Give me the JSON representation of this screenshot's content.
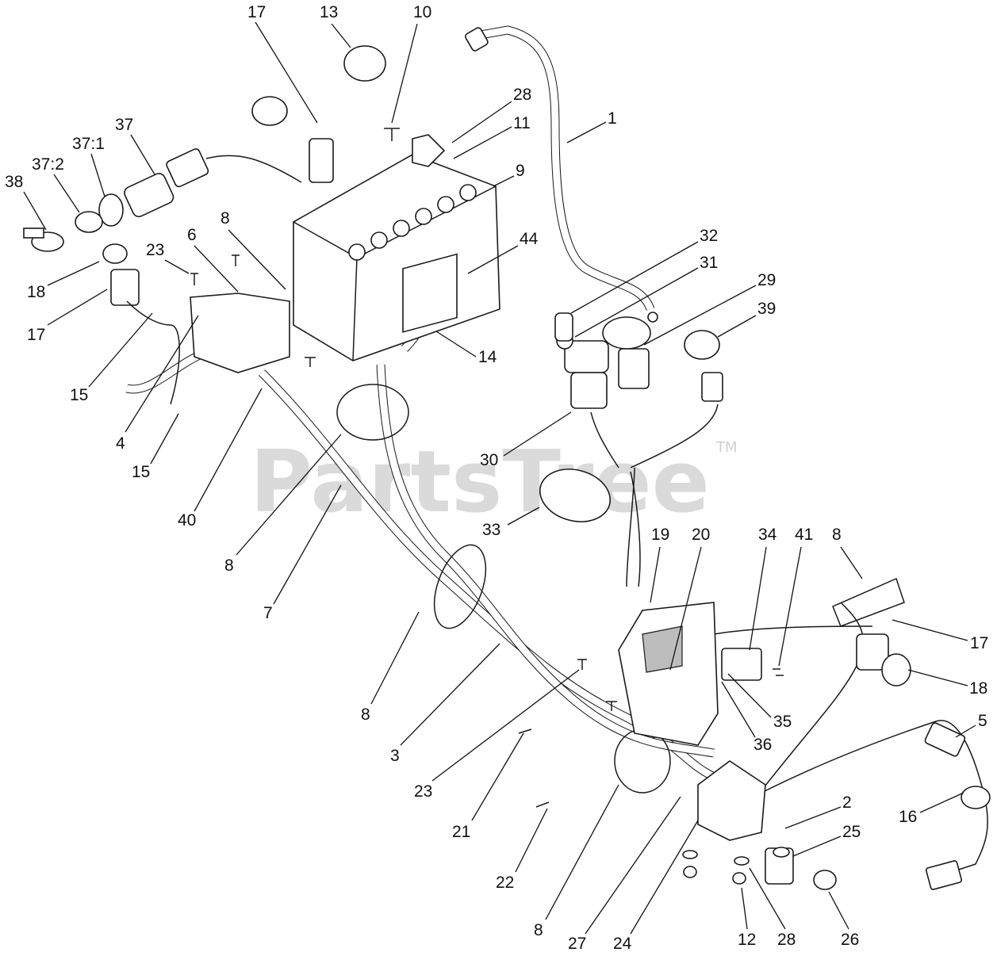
{
  "watermark": {
    "text": "PartsTree",
    "mark": "TM"
  },
  "callouts": [
    "17",
    "13",
    "10",
    "28",
    "11",
    "1",
    "9",
    "37",
    "37:1",
    "37:2",
    "38",
    "18",
    "23",
    "6",
    "8",
    "44",
    "32",
    "31",
    "29",
    "39",
    "17",
    "15",
    "4",
    "15",
    "40",
    "14",
    "30",
    "33",
    "8",
    "7",
    "19",
    "20",
    "34",
    "41",
    "8",
    "17",
    "18",
    "8",
    "3",
    "23",
    "21",
    "22",
    "8",
    "27",
    "24",
    "12",
    "28",
    "26",
    "35",
    "36",
    "5",
    "16",
    "2",
    "25"
  ]
}
